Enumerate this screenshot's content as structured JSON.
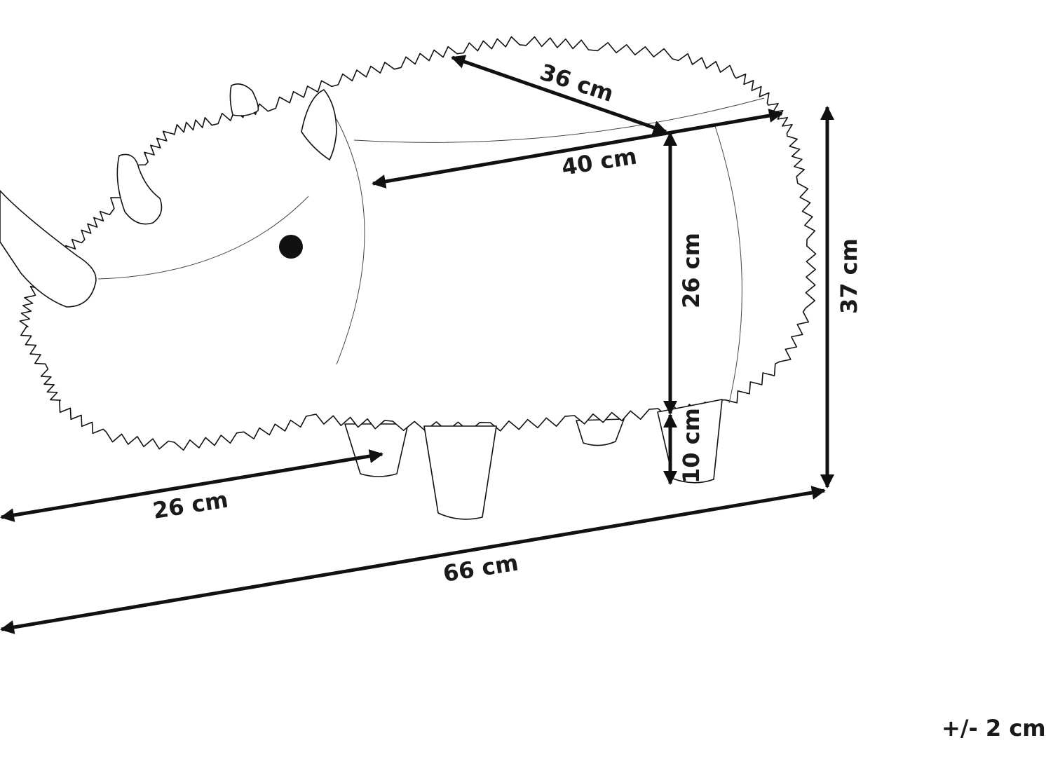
{
  "dimensions": {
    "top_depth": "36 cm",
    "body_length": "40 cm",
    "seat_height": "26 cm",
    "total_height": "37 cm",
    "leg_height": "10 cm",
    "width": "26 cm",
    "total_length": "66 cm"
  },
  "tolerance": "+/- 2 cm",
  "colors": {
    "line": "#111111",
    "text": "#1a1a1a",
    "background": "#ffffff"
  }
}
